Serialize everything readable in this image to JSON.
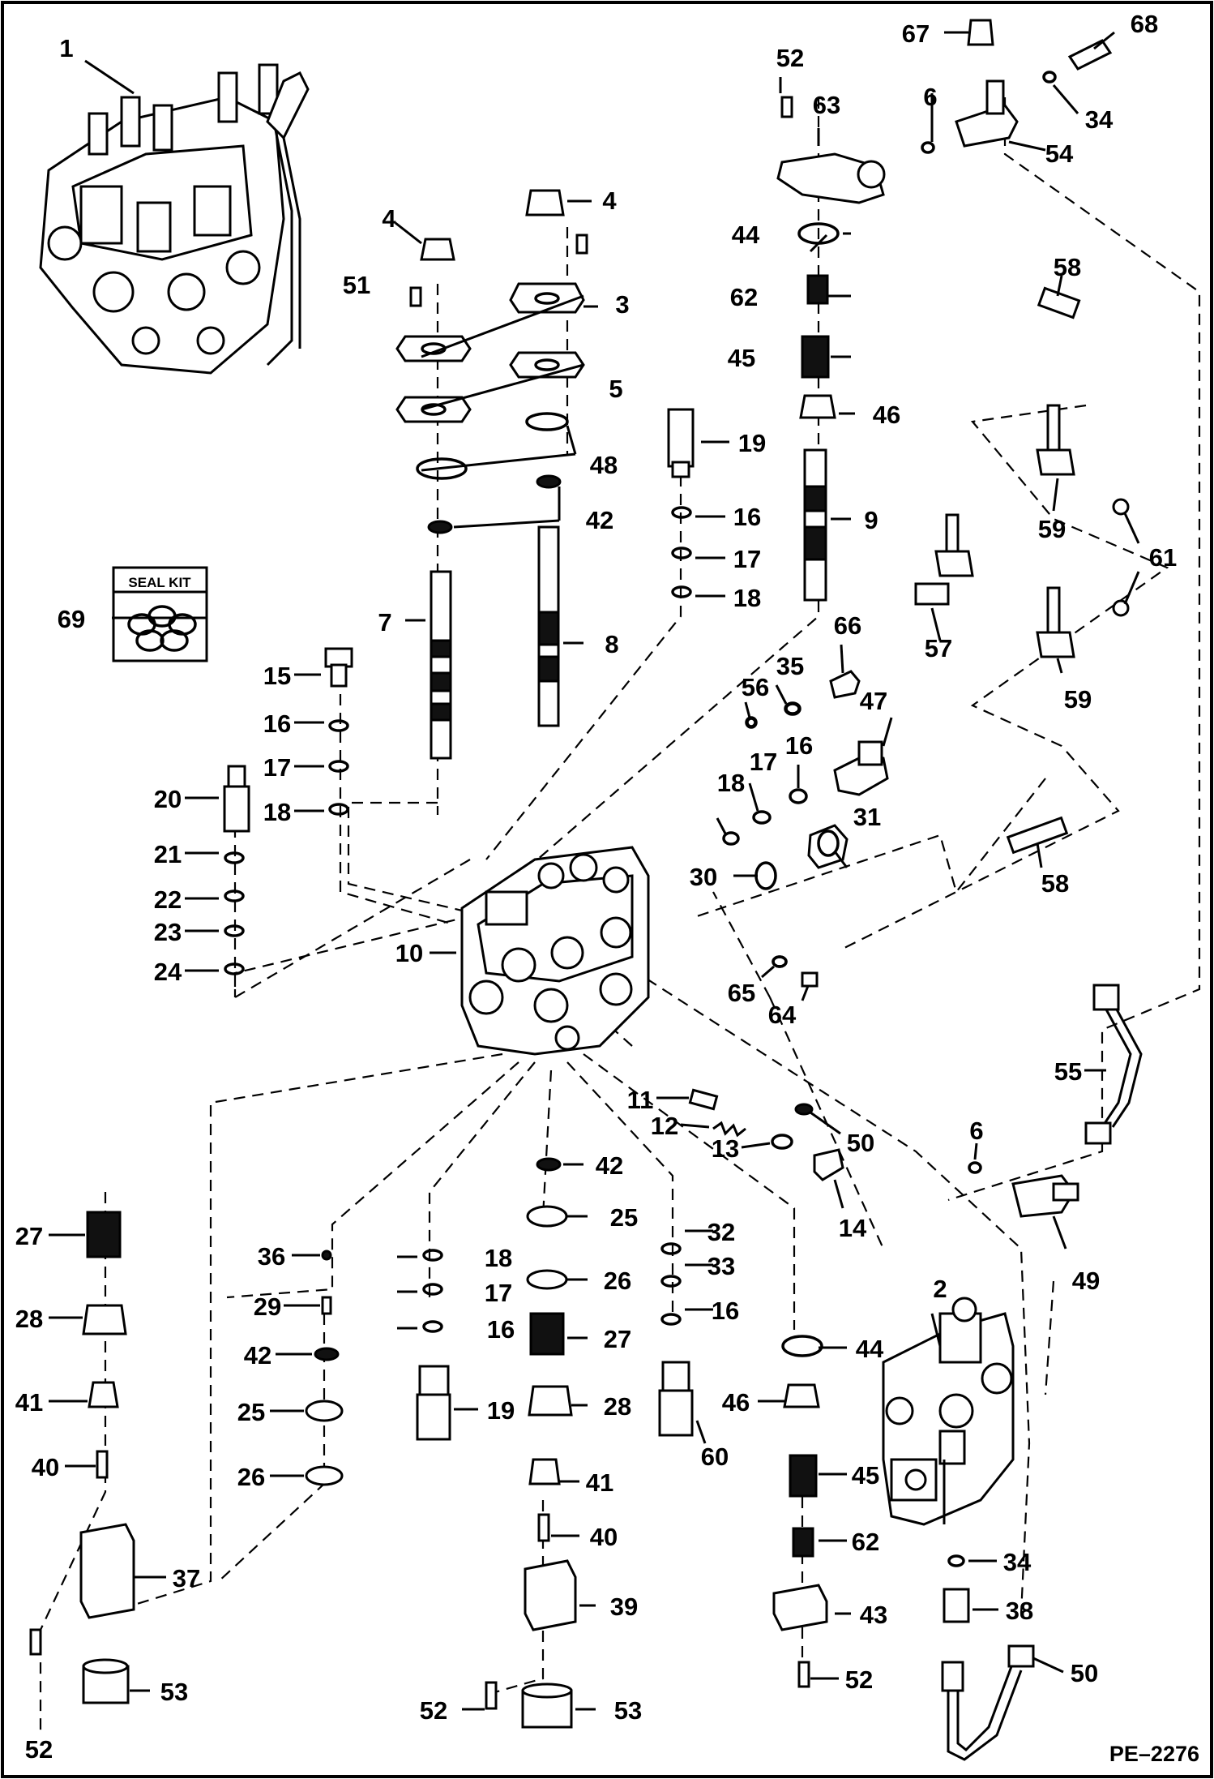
{
  "labels": {
    "l1": "1",
    "l2": "2",
    "l3": "3",
    "l4a": "4",
    "l4b": "4",
    "l5": "5",
    "l6a": "6",
    "l6b": "6",
    "l7": "7",
    "l8": "8",
    "l9": "9",
    "l10": "10",
    "l11": "11",
    "l12": "12",
    "l13": "13",
    "l14": "14",
    "l15": "15",
    "l16a": "16",
    "l16b": "16",
    "l16c": "16",
    "l16d": "16",
    "l16e": "16",
    "l17a": "17",
    "l17b": "17",
    "l17c": "17",
    "l17d": "17",
    "l18a": "18",
    "l18b": "18",
    "l18c": "18",
    "l18d": "18",
    "l19a": "19",
    "l19b": "19",
    "l20": "20",
    "l21": "21",
    "l22": "22",
    "l23": "23",
    "l24": "24",
    "l25a": "25",
    "l25b": "25",
    "l26a": "26",
    "l26b": "26",
    "l27a": "27",
    "l27b": "27",
    "l28a": "28",
    "l28b": "28",
    "l29": "29",
    "l30": "30",
    "l31": "31",
    "l32": "32",
    "l33": "33",
    "l34a": "34",
    "l34b": "34",
    "l35": "35",
    "l36": "36",
    "l37": "37",
    "l38": "38",
    "l39": "39",
    "l40a": "40",
    "l40b": "40",
    "l41a": "41",
    "l41b": "41",
    "l42a": "42",
    "l42b": "42",
    "l42c": "42",
    "l43": "43",
    "l44a": "44",
    "l44b": "44",
    "l45a": "45",
    "l45b": "45",
    "l46a": "46",
    "l46b": "46",
    "l47": "47",
    "l48": "48",
    "l49": "49",
    "l50a": "50",
    "l50b": "50",
    "l51": "51",
    "l52a": "52",
    "l52b": "52",
    "l52c": "52",
    "l52d": "52",
    "l53a": "53",
    "l53b": "53",
    "l54": "54",
    "l55": "55",
    "l56": "56",
    "l57": "57",
    "l58a": "58",
    "l58b": "58",
    "l59a": "59",
    "l59b": "59",
    "l60": "60",
    "l61": "61",
    "l62a": "62",
    "l62b": "62",
    "l63": "63",
    "l64": "64",
    "l65": "65",
    "l66": "66",
    "l67": "67",
    "l68": "68",
    "l69": "69"
  },
  "seal_kit_text": "SEAL KIT",
  "drawing_code": "PE–2276"
}
